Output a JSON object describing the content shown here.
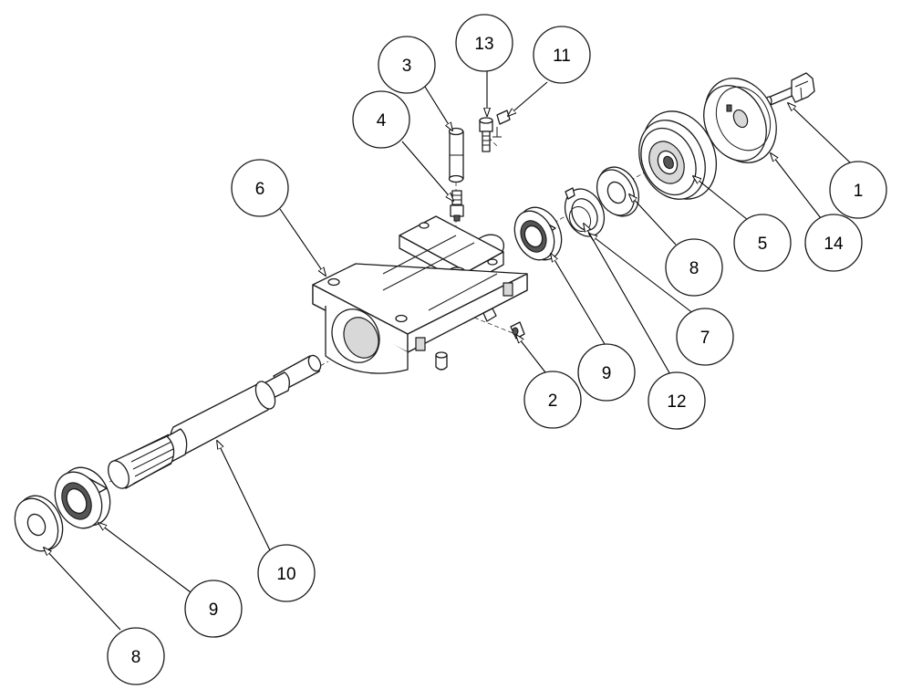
{
  "diagram": {
    "balloons": [
      {
        "id": "b1",
        "label": "1"
      },
      {
        "id": "b2",
        "label": "2"
      },
      {
        "id": "b3",
        "label": "3"
      },
      {
        "id": "b4",
        "label": "4"
      },
      {
        "id": "b5",
        "label": "5"
      },
      {
        "id": "b6",
        "label": "6"
      },
      {
        "id": "b7",
        "label": "7"
      },
      {
        "id": "b8a",
        "label": "8"
      },
      {
        "id": "b8b",
        "label": "8"
      },
      {
        "id": "b9a",
        "label": "9"
      },
      {
        "id": "b9b",
        "label": "9"
      },
      {
        "id": "b10",
        "label": "10"
      },
      {
        "id": "b11",
        "label": "11"
      },
      {
        "id": "b12",
        "label": "12"
      },
      {
        "id": "b13",
        "label": "13"
      },
      {
        "id": "b14",
        "label": "14"
      }
    ]
  }
}
